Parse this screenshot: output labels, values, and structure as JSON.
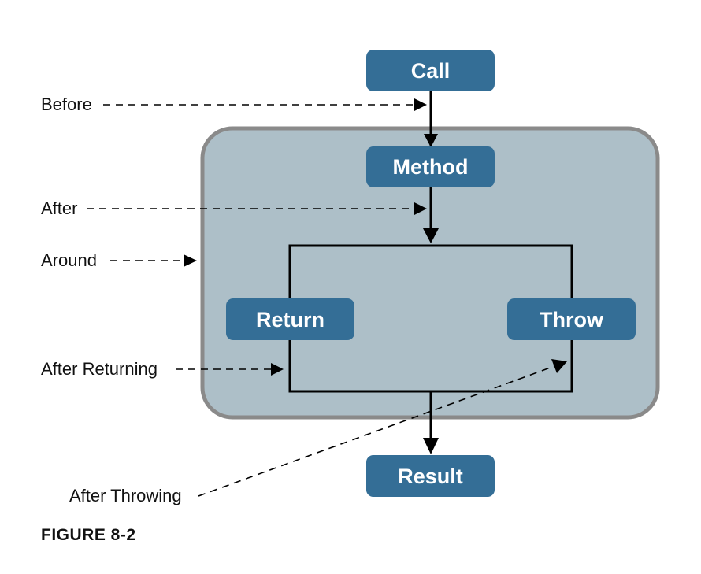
{
  "colors": {
    "node_fill": "#346e96",
    "container_fill": "#adbfc8",
    "container_stroke": "#8a8a8a",
    "line": "#000000"
  },
  "nodes": {
    "call": "Call",
    "method": "Method",
    "return": "Return",
    "throw": "Throw",
    "result": "Result"
  },
  "advice": {
    "before": "Before",
    "after": "After",
    "around": "Around",
    "after_returning": "After Returning",
    "after_throwing": "After Throwing"
  },
  "caption": "FIGURE 8-2"
}
